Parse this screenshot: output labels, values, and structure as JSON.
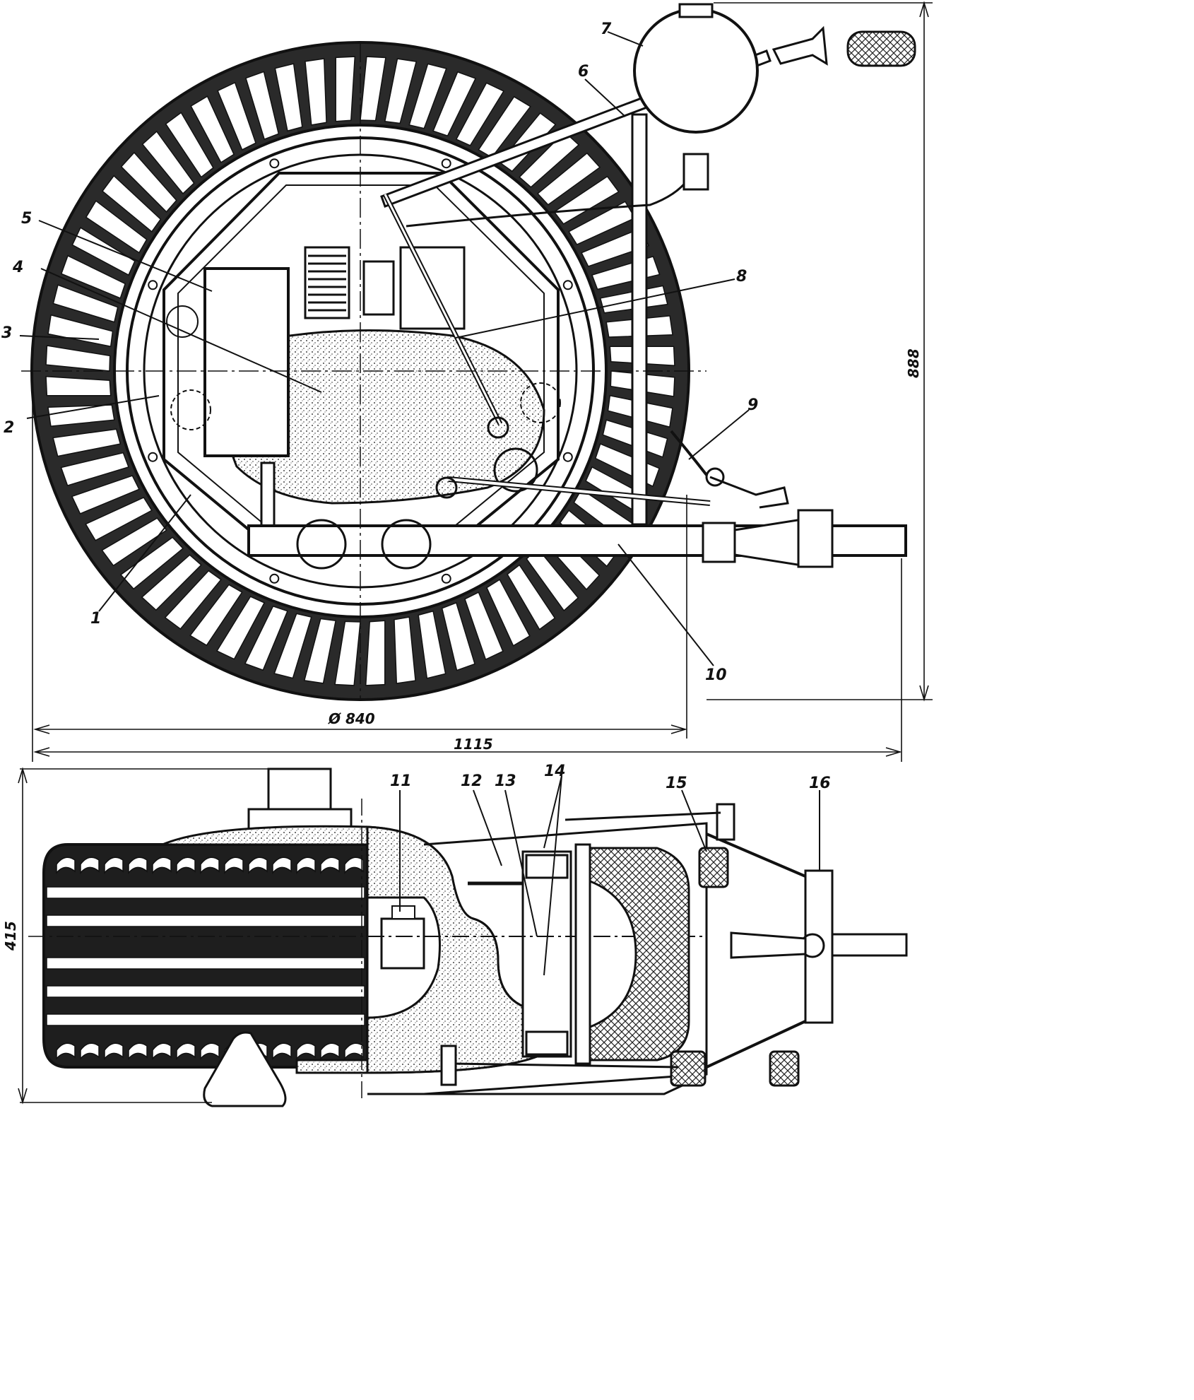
{
  "colors": {
    "ink": "#111111",
    "paper": "#ffffff",
    "stipple": "#c9c9c9",
    "tyre": "#2a2a2a"
  },
  "callouts": [
    "1",
    "2",
    "3",
    "4",
    "5",
    "6",
    "7",
    "8",
    "9",
    "10",
    "11",
    "12",
    "13",
    "14",
    "15",
    "16"
  ],
  "dimensions": {
    "wheel_diameter": "Ø 840",
    "overall_length": "1115",
    "overall_height": "888",
    "width": "415"
  }
}
